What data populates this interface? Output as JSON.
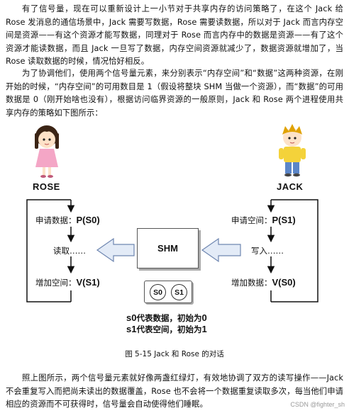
{
  "paragraphs": {
    "p1": "有了信号量，现在可以重新设计上一小节对于共享内存的访问策略了，在这个 Jack 给 Rose 发消息的通信场景中，Jack 需要写数据，Rose 需要读数据，所以对于 Jack 而言内存空间是资源——有这个资源才能写数据，同理对于 Rose 而言内存中的数据是资源——有了这个资源才能读数据，而且 Jack 一旦写了数据，内存空间资源就减少了，数据资源就增加了，当 Rose 读取数据的时候，情况恰好相反。",
    "p2": "为了协调他们，使用两个信号量元素，来分别表示“内存空间”和“数据”这两种资源，在刚开始的时候，“内存空间”的可用数目是 1（假设将整块 SHM 当做一个资源），而“数据”的可用数据是 0（刚开始啥也没有），根据访问临界资源的一般原则，Jack 和 Rose 两个进程使用共享内存的策略如下图所示：",
    "p3": "照上图所示，两个信号量元素就好像两盏红绿灯，有效地协调了双方的读写操作——Jack 不会重复写入而把尚未读出的数据覆盖，Rose 也不会将一个数据重复读取多次，每当他们申请相应的资源而不可获得时，信号量会自动使得他们睡眠。"
  },
  "figure": {
    "rose_label": "ROSE",
    "jack_label": "JACK",
    "rose_steps": [
      {
        "text": "申请数据：",
        "code": "P(S0)"
      },
      {
        "text": "读取……",
        "code": ""
      },
      {
        "text": "增加空间：",
        "code": "V(S1)"
      }
    ],
    "jack_steps": [
      {
        "text": "申请空间：",
        "code": "P(S1)"
      },
      {
        "text": "写入……",
        "code": ""
      },
      {
        "text": "增加数据：",
        "code": "V(S0)"
      }
    ],
    "shm_label": "SHM",
    "sem0": "S0",
    "sem1": "S1",
    "desc0_code": "s0",
    "desc0_text": "代表数据，初始为",
    "desc0_val": "0",
    "desc1_code": "s1",
    "desc1_text": "代表空间，初始为",
    "desc1_val": "1",
    "caption": "图 5-15 Jack 和 Rose 的对话"
  },
  "watermark": "CSDN @fighter_sh",
  "colors": {
    "arrow_fill": "#e3ebf7",
    "arrow_stroke": "#6e86b0",
    "rose_dress": "#f4a6c6",
    "rose_hair": "#3b2415",
    "jack_shirt": "#f4d23a",
    "jack_hair": "#e0a200",
    "jack_pants": "#5b86c8"
  }
}
